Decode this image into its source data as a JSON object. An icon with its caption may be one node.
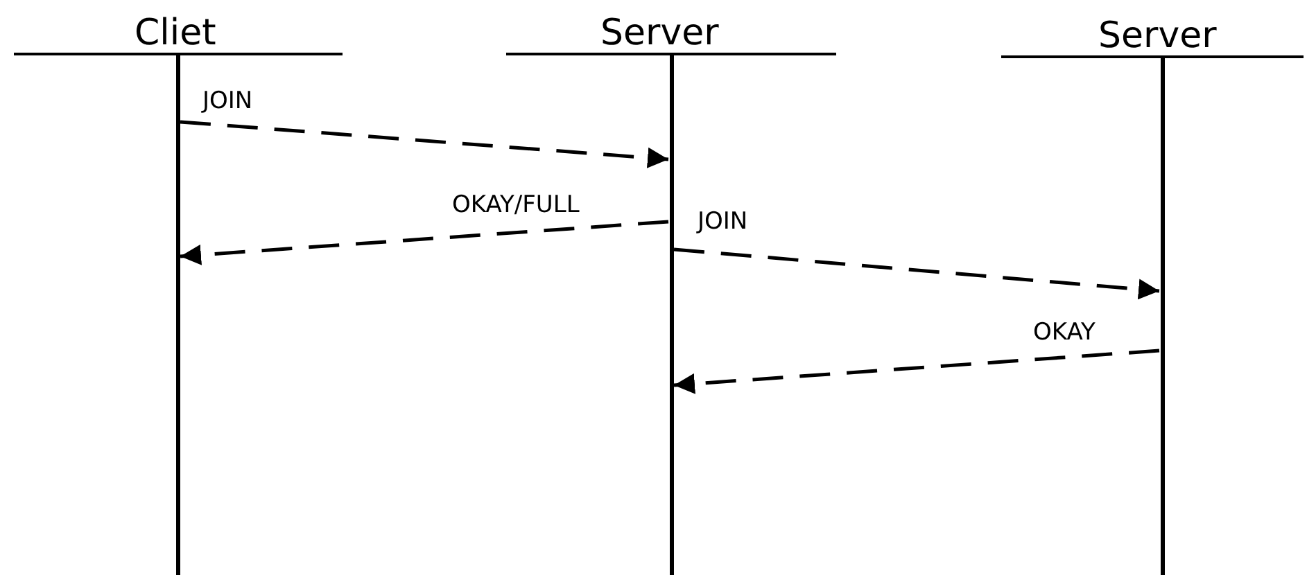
{
  "diagram": {
    "nodes": [
      {
        "text": [
          "Cliet"
        ]
      },
      {
        "text": [
          "Server"
        ]
      },
      {
        "text": [
          "Server"
        ]
      }
    ],
    "edges": [
      {
        "from": 0,
        "to": 1,
        "arrow": "to",
        "label": "JOIN",
        "style": "dashed"
      },
      {
        "from": 1,
        "to": 0,
        "arrow": "to",
        "label": "OKAY/FULL",
        "style": "dashed"
      },
      {
        "from": 1,
        "to": 2,
        "arrow": "to",
        "label": "JOIN",
        "style": "dashed"
      },
      {
        "from": 2,
        "to": 1,
        "arrow": "to",
        "label": "OKAY",
        "style": "dashed"
      }
    ]
  }
}
